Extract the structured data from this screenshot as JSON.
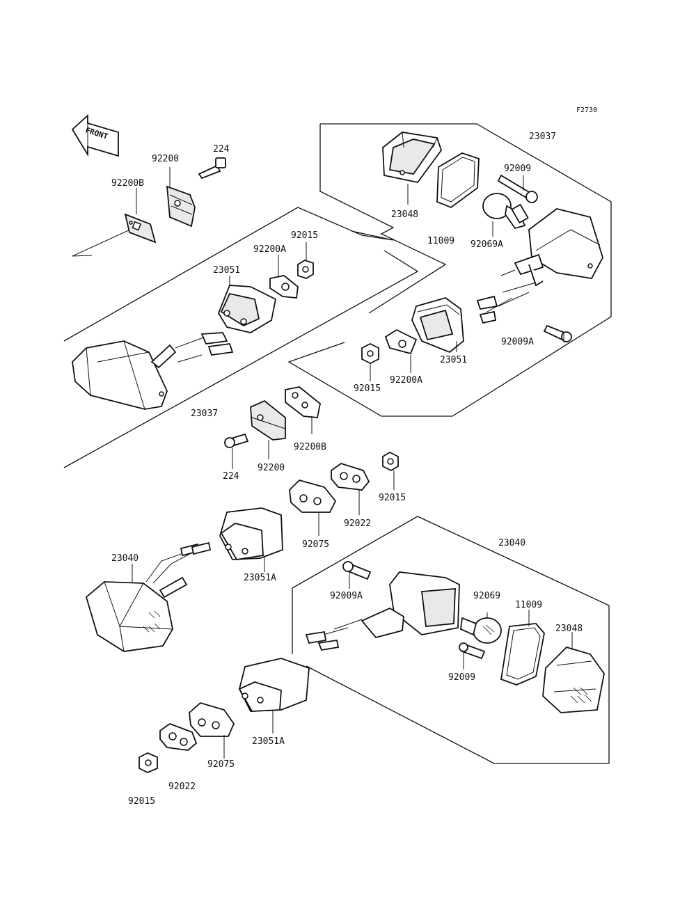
{
  "diagram": {
    "ref_code": "F2730",
    "front_label": "FRONT",
    "part_labels": {
      "p224_top": "224",
      "p92200_top": "92200",
      "p92200B_top": "92200B",
      "p92015_a": "92015",
      "p92200A_a": "92200A",
      "p23051_a": "23051",
      "p23037_right": "23037",
      "p92009_a": "92009",
      "p23048_a": "23048",
      "p11009_a": "11009",
      "p92069A": "92069A",
      "p92009A_a": "92009A",
      "p23051_b": "23051",
      "p92200A_b": "92200A",
      "p92015_b": "92015",
      "p23037_left": "23037",
      "p92200B_mid": "92200B",
      "p92200_mid": "92200",
      "p224_mid": "224",
      "p92015_c": "92015",
      "p92022_a": "92022",
      "p92075_a": "92075",
      "p23040_right": "23040",
      "p23040_left": "23040",
      "p23051A_a": "23051A",
      "p92009A_b": "92009A",
      "p92069": "92069",
      "p11009_b": "11009",
      "p23048_b": "23048",
      "p92009_b": "92009",
      "p23051A_b": "23051A",
      "p92075_b": "92075",
      "p92022_b": "92022",
      "p92015_d": "92015"
    }
  }
}
